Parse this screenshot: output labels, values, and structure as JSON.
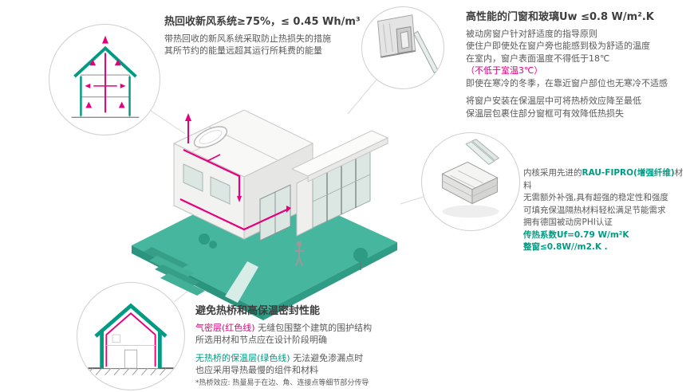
{
  "colors": {
    "teal": "#009b82",
    "magenta": "#e5007d",
    "title": "#3d3d3d",
    "body": "#5a5a5a"
  },
  "hrv_section": {
    "title": "热回收新风系统≥75%，≤ 0.45 Wh/m³",
    "line1": "带热回收的新风系统采取防止热损失的措施",
    "line2": "其所节约的能量远超其运行所耗费的能量"
  },
  "window_section": {
    "title": "高性能的门窗和玻璃Uw ≤0.8 W/m².K",
    "line1": "被动房窗户针对舒适度的指导原则",
    "line2": "使住户即使处在窗户旁也能感到极为舒适的温度",
    "line3_pre": "在室内，窗户表面温度不得低于18℃",
    "line3_highlight": "（不低于室温3℃）",
    "line4": "即使在寒冷的冬季，在靠近窗户部位也无寒冷不适感",
    "line5": "将窗户安装在保温层中可将热桥效应降至最低",
    "line6": "保温层包裹住部分窗框可有效降低热损失"
  },
  "profile_section": {
    "line1_pre": "内核采用先进的",
    "line1_highlight": "RAU-FIPRO(增强纤维)",
    "line1_post": "材料",
    "line2": "无需额外补强,具有超强的稳定性和强度",
    "line3": "可填充保温隔热材料轻松满足节能需求",
    "line4": "拥有德国被动房PHI认证",
    "line5": "传热系数Uf=0.79 W/m²K",
    "line6": "整窗≤0.8W//m2.K ."
  },
  "thermal_section": {
    "title": "避免热桥和高保温密封性能",
    "p1_highlight": "气密层(红色线)",
    "p1_rest": " 无缝包围整个建筑的围护结构",
    "p1_line2": "所选用材和节点应在设计阶段明确",
    "p2_highlight": "无热桥的保温层(绿色线)",
    "p2_rest": " 无法避免渗漏点时",
    "p2_line2": "也应采用导热最慢的组件和材料",
    "footnote": "*热桥效应: 热量易于在边、角、连接点等细节部分传导"
  },
  "illustrations": {
    "center": "isometric-passive-house",
    "hrv_circle": "house-section-ventilation",
    "window_corner_circle": "window-corner-detail",
    "frame_profile_circle": "window-frame-profile",
    "thermal_circle": "house-insulation-layers"
  }
}
